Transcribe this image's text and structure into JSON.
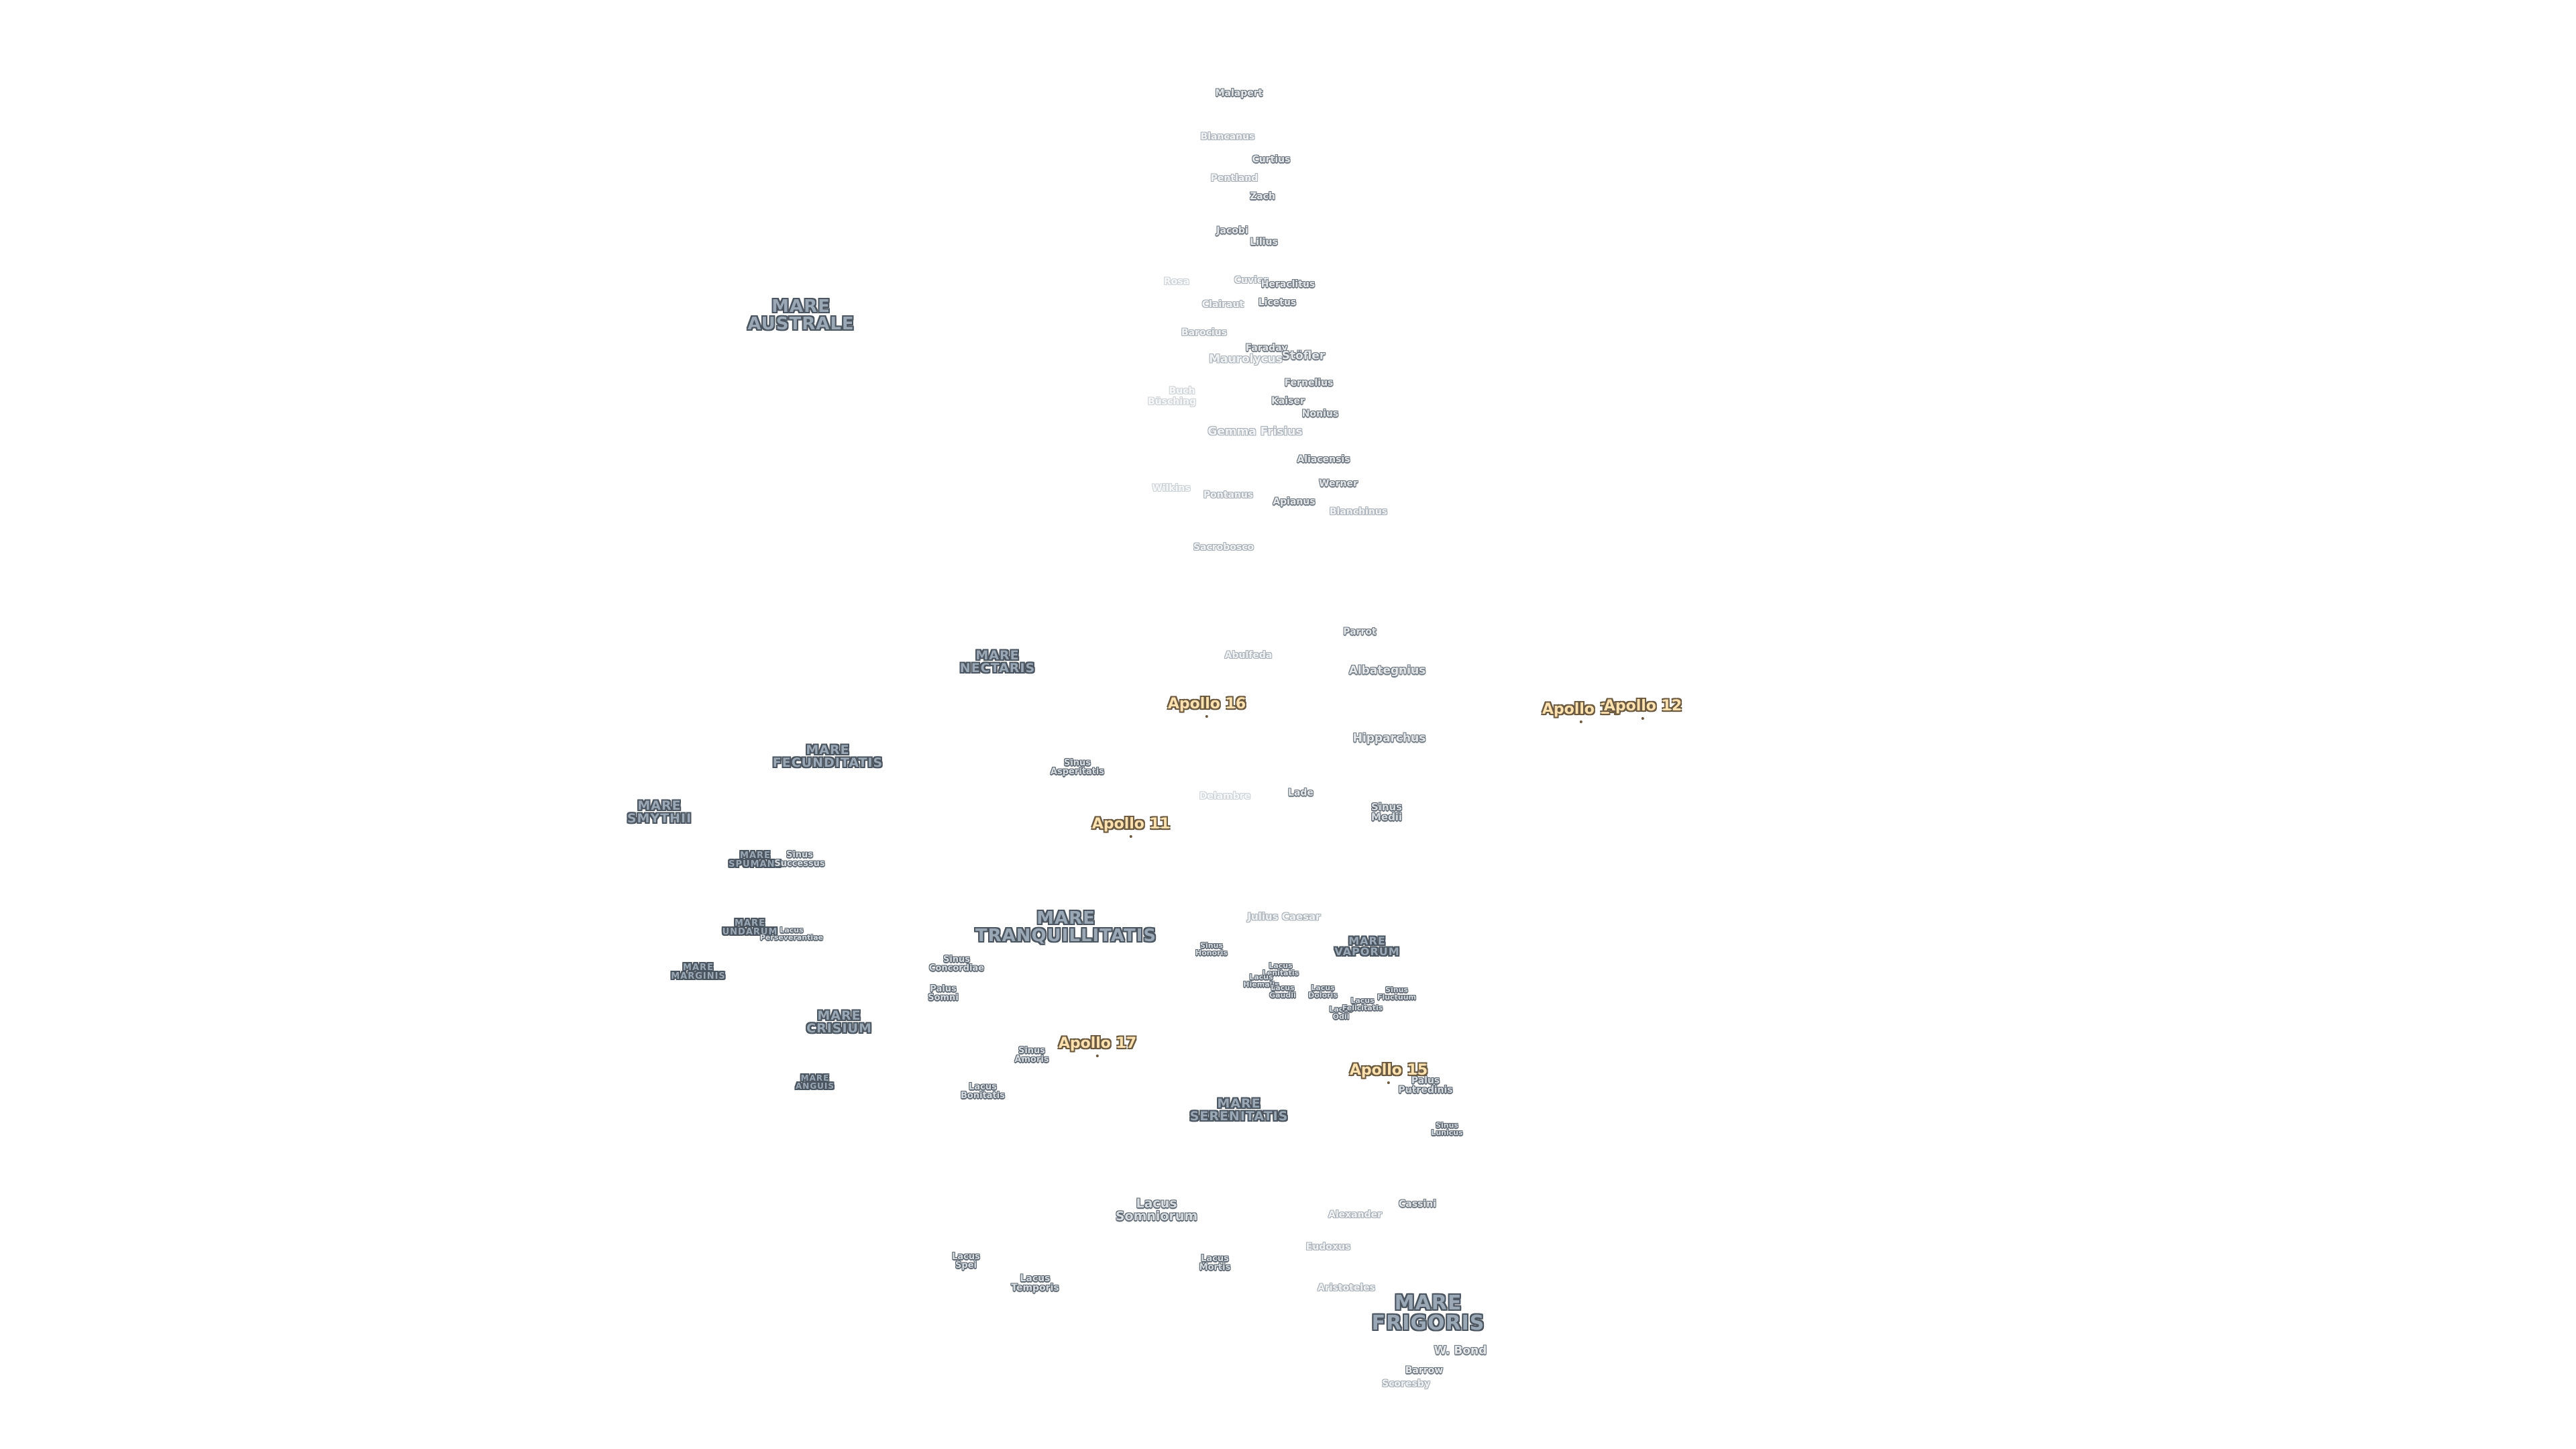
{
  "colors": {
    "background": "#ffffff",
    "mare_fill": "#9aa7b4",
    "mare_outline": "#4a5560",
    "crater_fill": "#e6e9ec",
    "apollo_fill": "#ffe2b0",
    "apollo_outline": "#6b5a40"
  },
  "labels": {
    "mare_australe": "MARE\nAUSTRALE",
    "mare_nectaris": "MARE\nNECTARIS",
    "mare_fecunditatis": "MARE\nFECUNDITATIS",
    "mare_smythii": "MARE\nSMYTHII",
    "mare_spumans": "MARE\nSPUMANS",
    "sinus_successus": "Sinus\nSuccessus",
    "mare_undarum": "MARE\nUNDARUM",
    "lacus_perseverantiae": "Lacus\nPerseverantiae",
    "mare_marginis": "MARE\nMARGINIS",
    "mare_crisium": "MARE\nCRISIUM",
    "mare_anguis": "MARE\nANGUIS",
    "mare_tranquillitatis": "MARE\nTRANQUILLITATIS",
    "mare_vaporum": "MARE\nVAPORUM",
    "mare_serenitatis": "MARE\nSERENITATIS",
    "mare_frigoris": "MARE\nFRIGORIS",
    "sinus_asperitatis": "Sinus\nAsperitatis",
    "sinus_concordiae": "Sinus\nConcordiae",
    "palus_somni": "Palus\nSomni",
    "sinus_amoris": "Sinus\nAmoris",
    "lacus_bonitatis": "Lacus\nBonitatis",
    "sinus_honoris": "Sinus\nHonoris",
    "lacus_lenitatis": "Lacus\nLenitatis",
    "lacus_hiemalis": "Lacus\nHiemalis",
    "lacus_gaudii": "Lacus\nGaudii",
    "lacus_doloris": "Lacus\nDoloris",
    "lacus_odii": "Lacus\nOdii",
    "lacus_felicitatis": "Lacus\nFelicitatis",
    "sinus_fluctuum": "Sinus\nFluctuum",
    "sinus_medii": "Sinus\nMedii",
    "palus_putredinis": "Palus\nPutredinis",
    "sinus_lunicus": "Sinus\nLunicus",
    "lacus_somniorum": "Lacus\nSomniorum",
    "lacus_spei": "Lacus\nSpei",
    "lacus_temporis": "Lacus\nTemporis",
    "lacus_mortis": "Lacus\nMortis",
    "malapert": "Malapert",
    "blancanus": "Blancanus",
    "curtius": "Curtius",
    "pentland": "Pentland",
    "zach": "Zach",
    "jacobi": "Jacobi",
    "lilius": "Lilius",
    "rosa": "Rosa",
    "cuvier": "Cuvier",
    "heraclitus": "Heraclitus",
    "clairaut": "Clairaut",
    "licetus": "Licetus",
    "barocius": "Barocius",
    "faraday": "Faraday",
    "maurolycus": "Maurolycus",
    "stoefler": "Stöfler",
    "fernelius": "Fernelius",
    "buch": "Buch",
    "buesching": "Büsching",
    "kaiser": "Kaiser",
    "nonius": "Nonius",
    "gemma_frisius": "Gemma Frisius",
    "aliacensis": "Aliacensis",
    "werner": "Werner",
    "wilkins": "Wilkins",
    "pontanus": "Pontanus",
    "apianus": "Apianus",
    "blanchinus": "Blanchinus",
    "sacrobosco": "Sacrobosco",
    "parrot": "Parrot",
    "abulfeda": "Abulfeda",
    "albategnius": "Albategnius",
    "hipparchus": "Hipparchus",
    "delambre": "Delambre",
    "lade": "Lade",
    "julius_caesar": "Julius Caesar",
    "alexander": "Alexander",
    "cassini": "Cassini",
    "eudoxus": "Eudoxus",
    "aristoteles": "Aristoteles",
    "w_bond": "W. Bond",
    "barrow": "Barrow",
    "scoresby": "Scoresby",
    "apollo_16": "Apollo 16",
    "apollo_14": "Apollo 14",
    "apollo_12": "Apollo 12",
    "apollo_11": "Apollo 11",
    "apollo_17": "Apollo 17",
    "apollo_15": "Apollo 15"
  }
}
